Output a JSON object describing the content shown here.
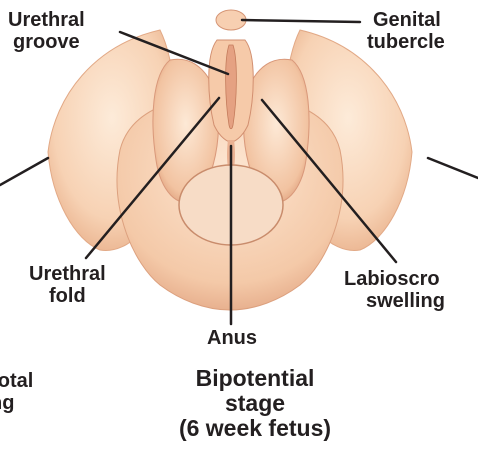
{
  "labels": {
    "urethral_groove": [
      "Urethral",
      "groove"
    ],
    "genital_tubercle": [
      "Genital",
      "tubercle"
    ],
    "urethral_fold": [
      "Urethral",
      "fold"
    ],
    "labioscrotal_swelling": [
      "Labioscro",
      "swelling"
    ],
    "anus": "Anus",
    "scrotal_swelling_partial": [
      "rotal",
      "ng"
    ]
  },
  "caption": [
    "Bipotential",
    "stage",
    "(6 week fetus)"
  ],
  "colors": {
    "skin_light": "#fbe2cc",
    "skin_mid": "#f3c6a5",
    "skin_shadow": "#dd9f7c",
    "line": "#231f20"
  }
}
